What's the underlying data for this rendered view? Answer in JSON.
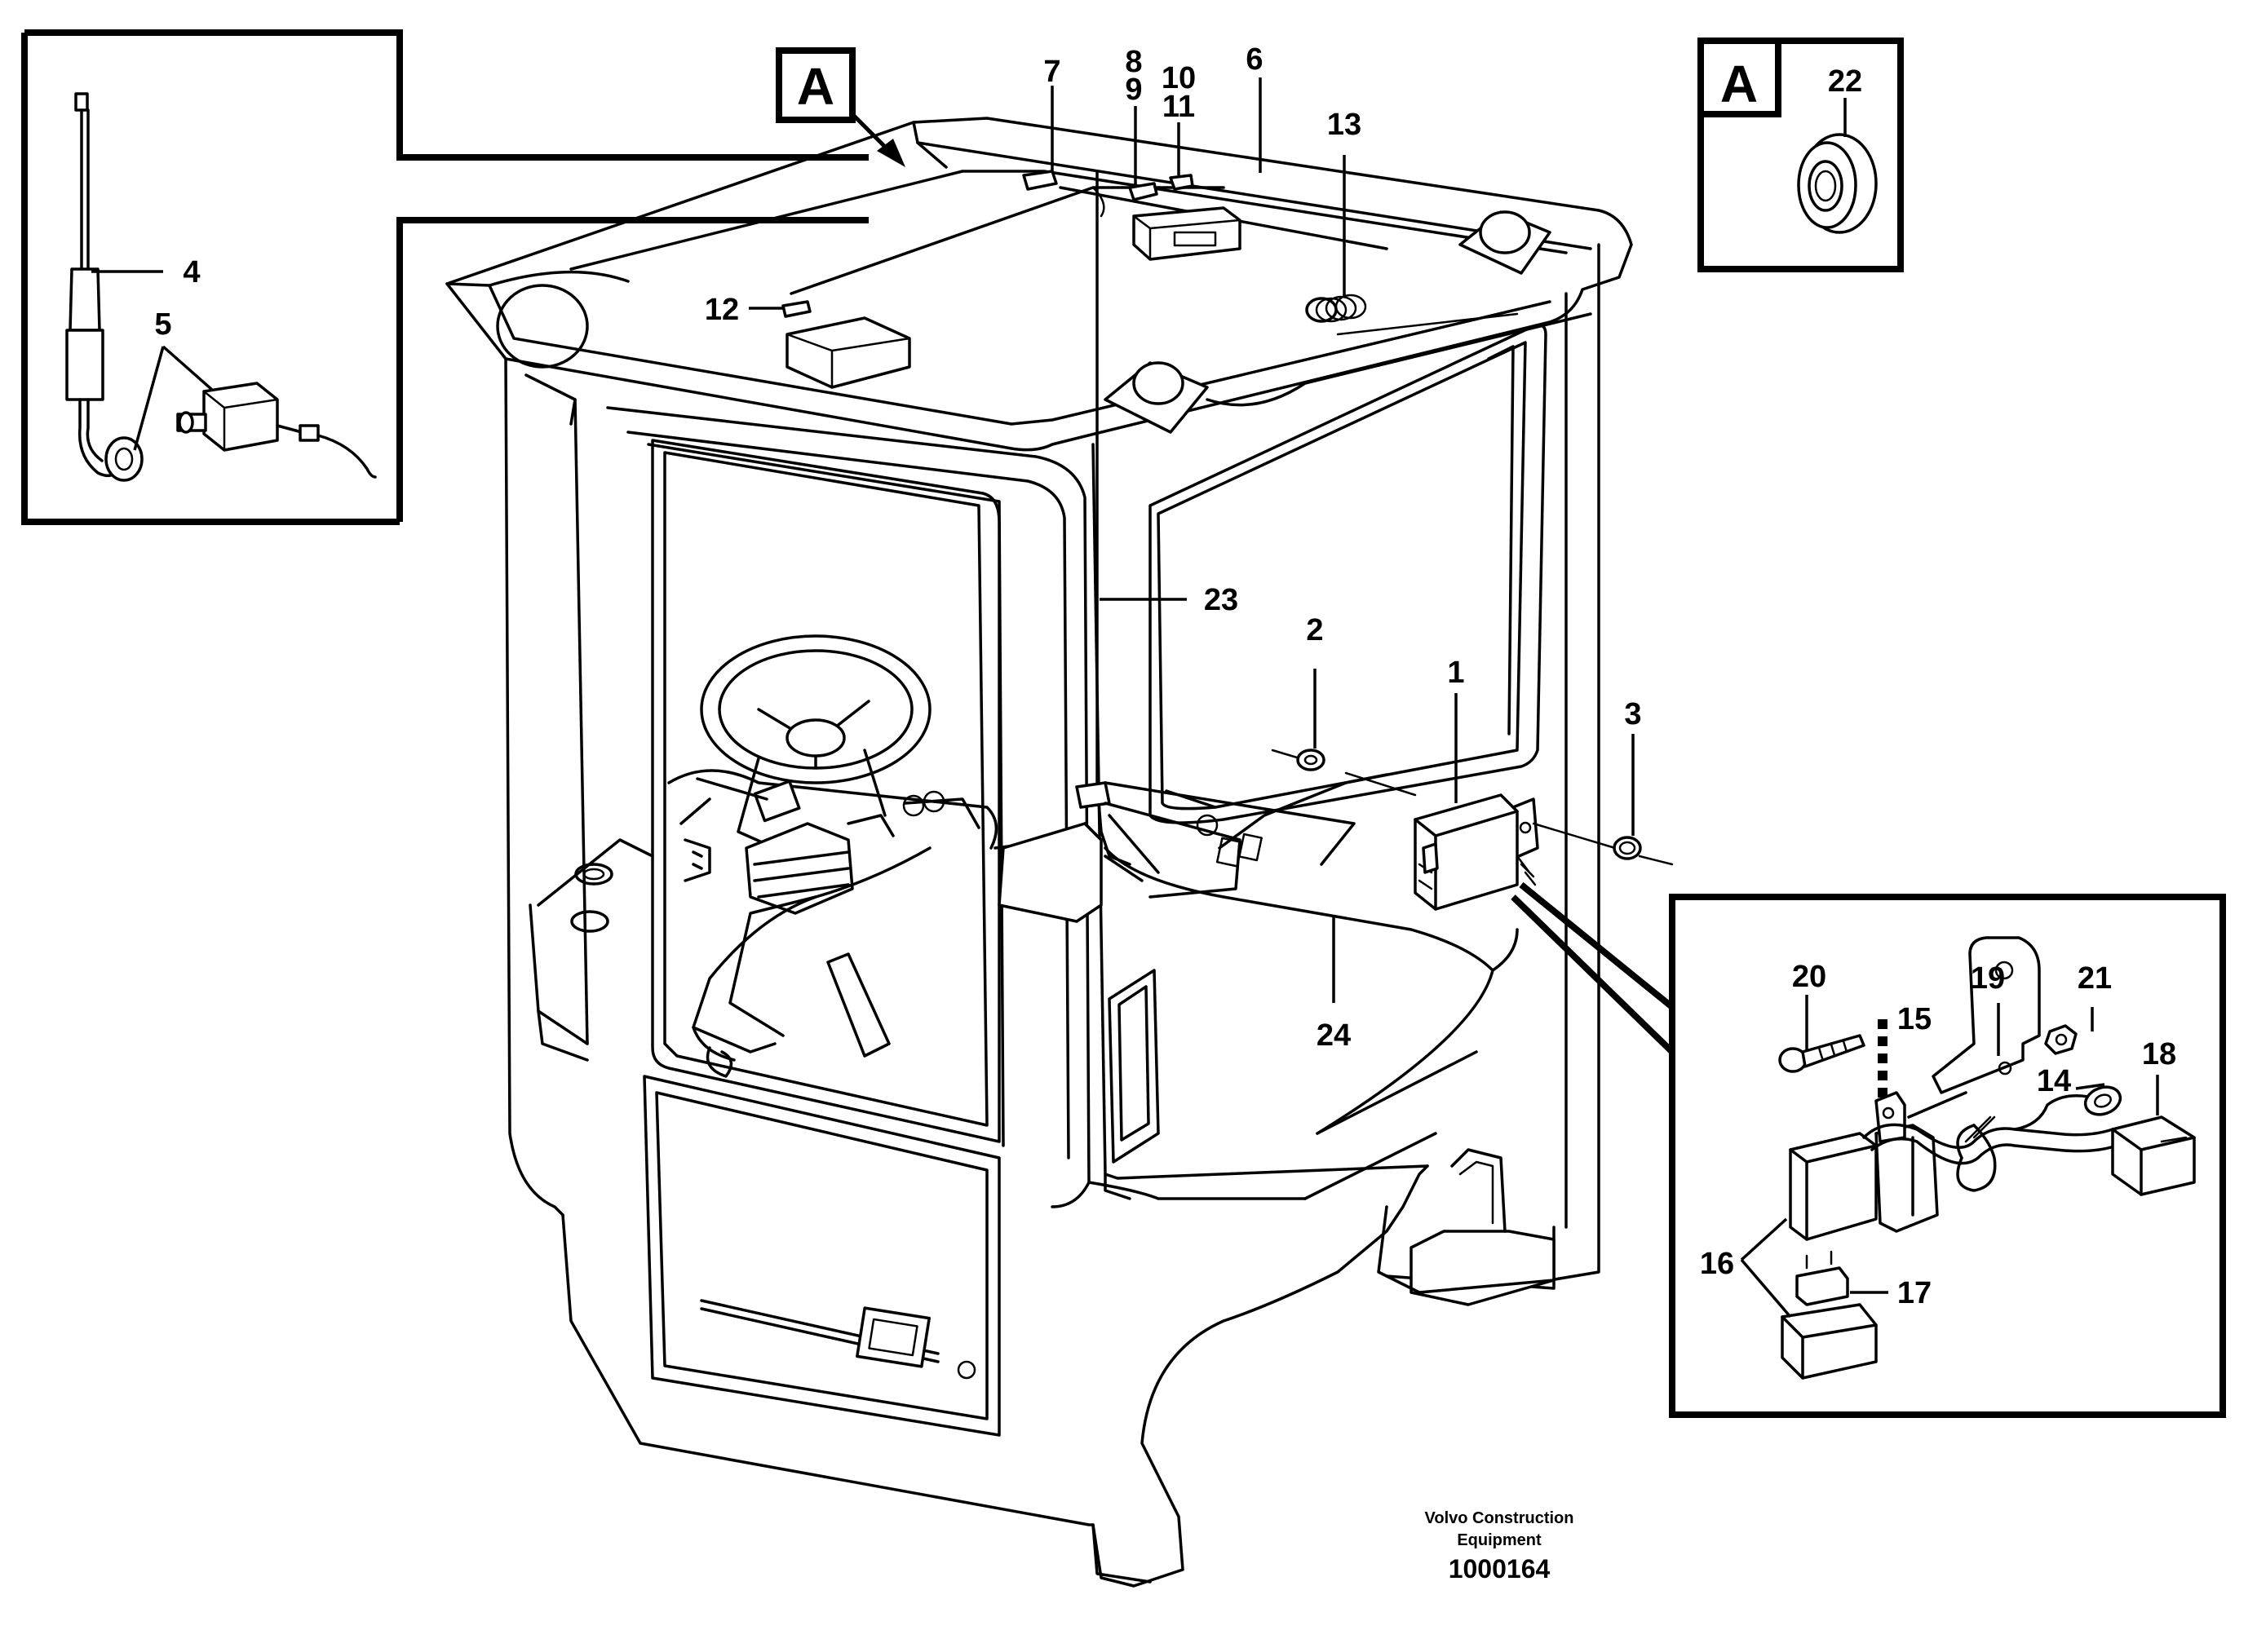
{
  "callouts": {
    "c1": "1",
    "c2": "2",
    "c3": "3",
    "c4": "4",
    "c5": "5",
    "c6": "6",
    "c7": "7",
    "c8": "8",
    "c9": "9",
    "c10": "10",
    "c11": "11",
    "c12": "12",
    "c13": "13",
    "c14": "14",
    "c15": "15",
    "c16": "16",
    "c17": "17",
    "c18": "18",
    "c19": "19",
    "c20": "20",
    "c21": "21",
    "c22": "22",
    "c23": "23",
    "c24": "24"
  },
  "view_marker": "A",
  "view_marker_inset": "A",
  "footer": {
    "company_line1": "Volvo Construction",
    "company_line2": "Equipment",
    "figure_number": "1000164"
  }
}
